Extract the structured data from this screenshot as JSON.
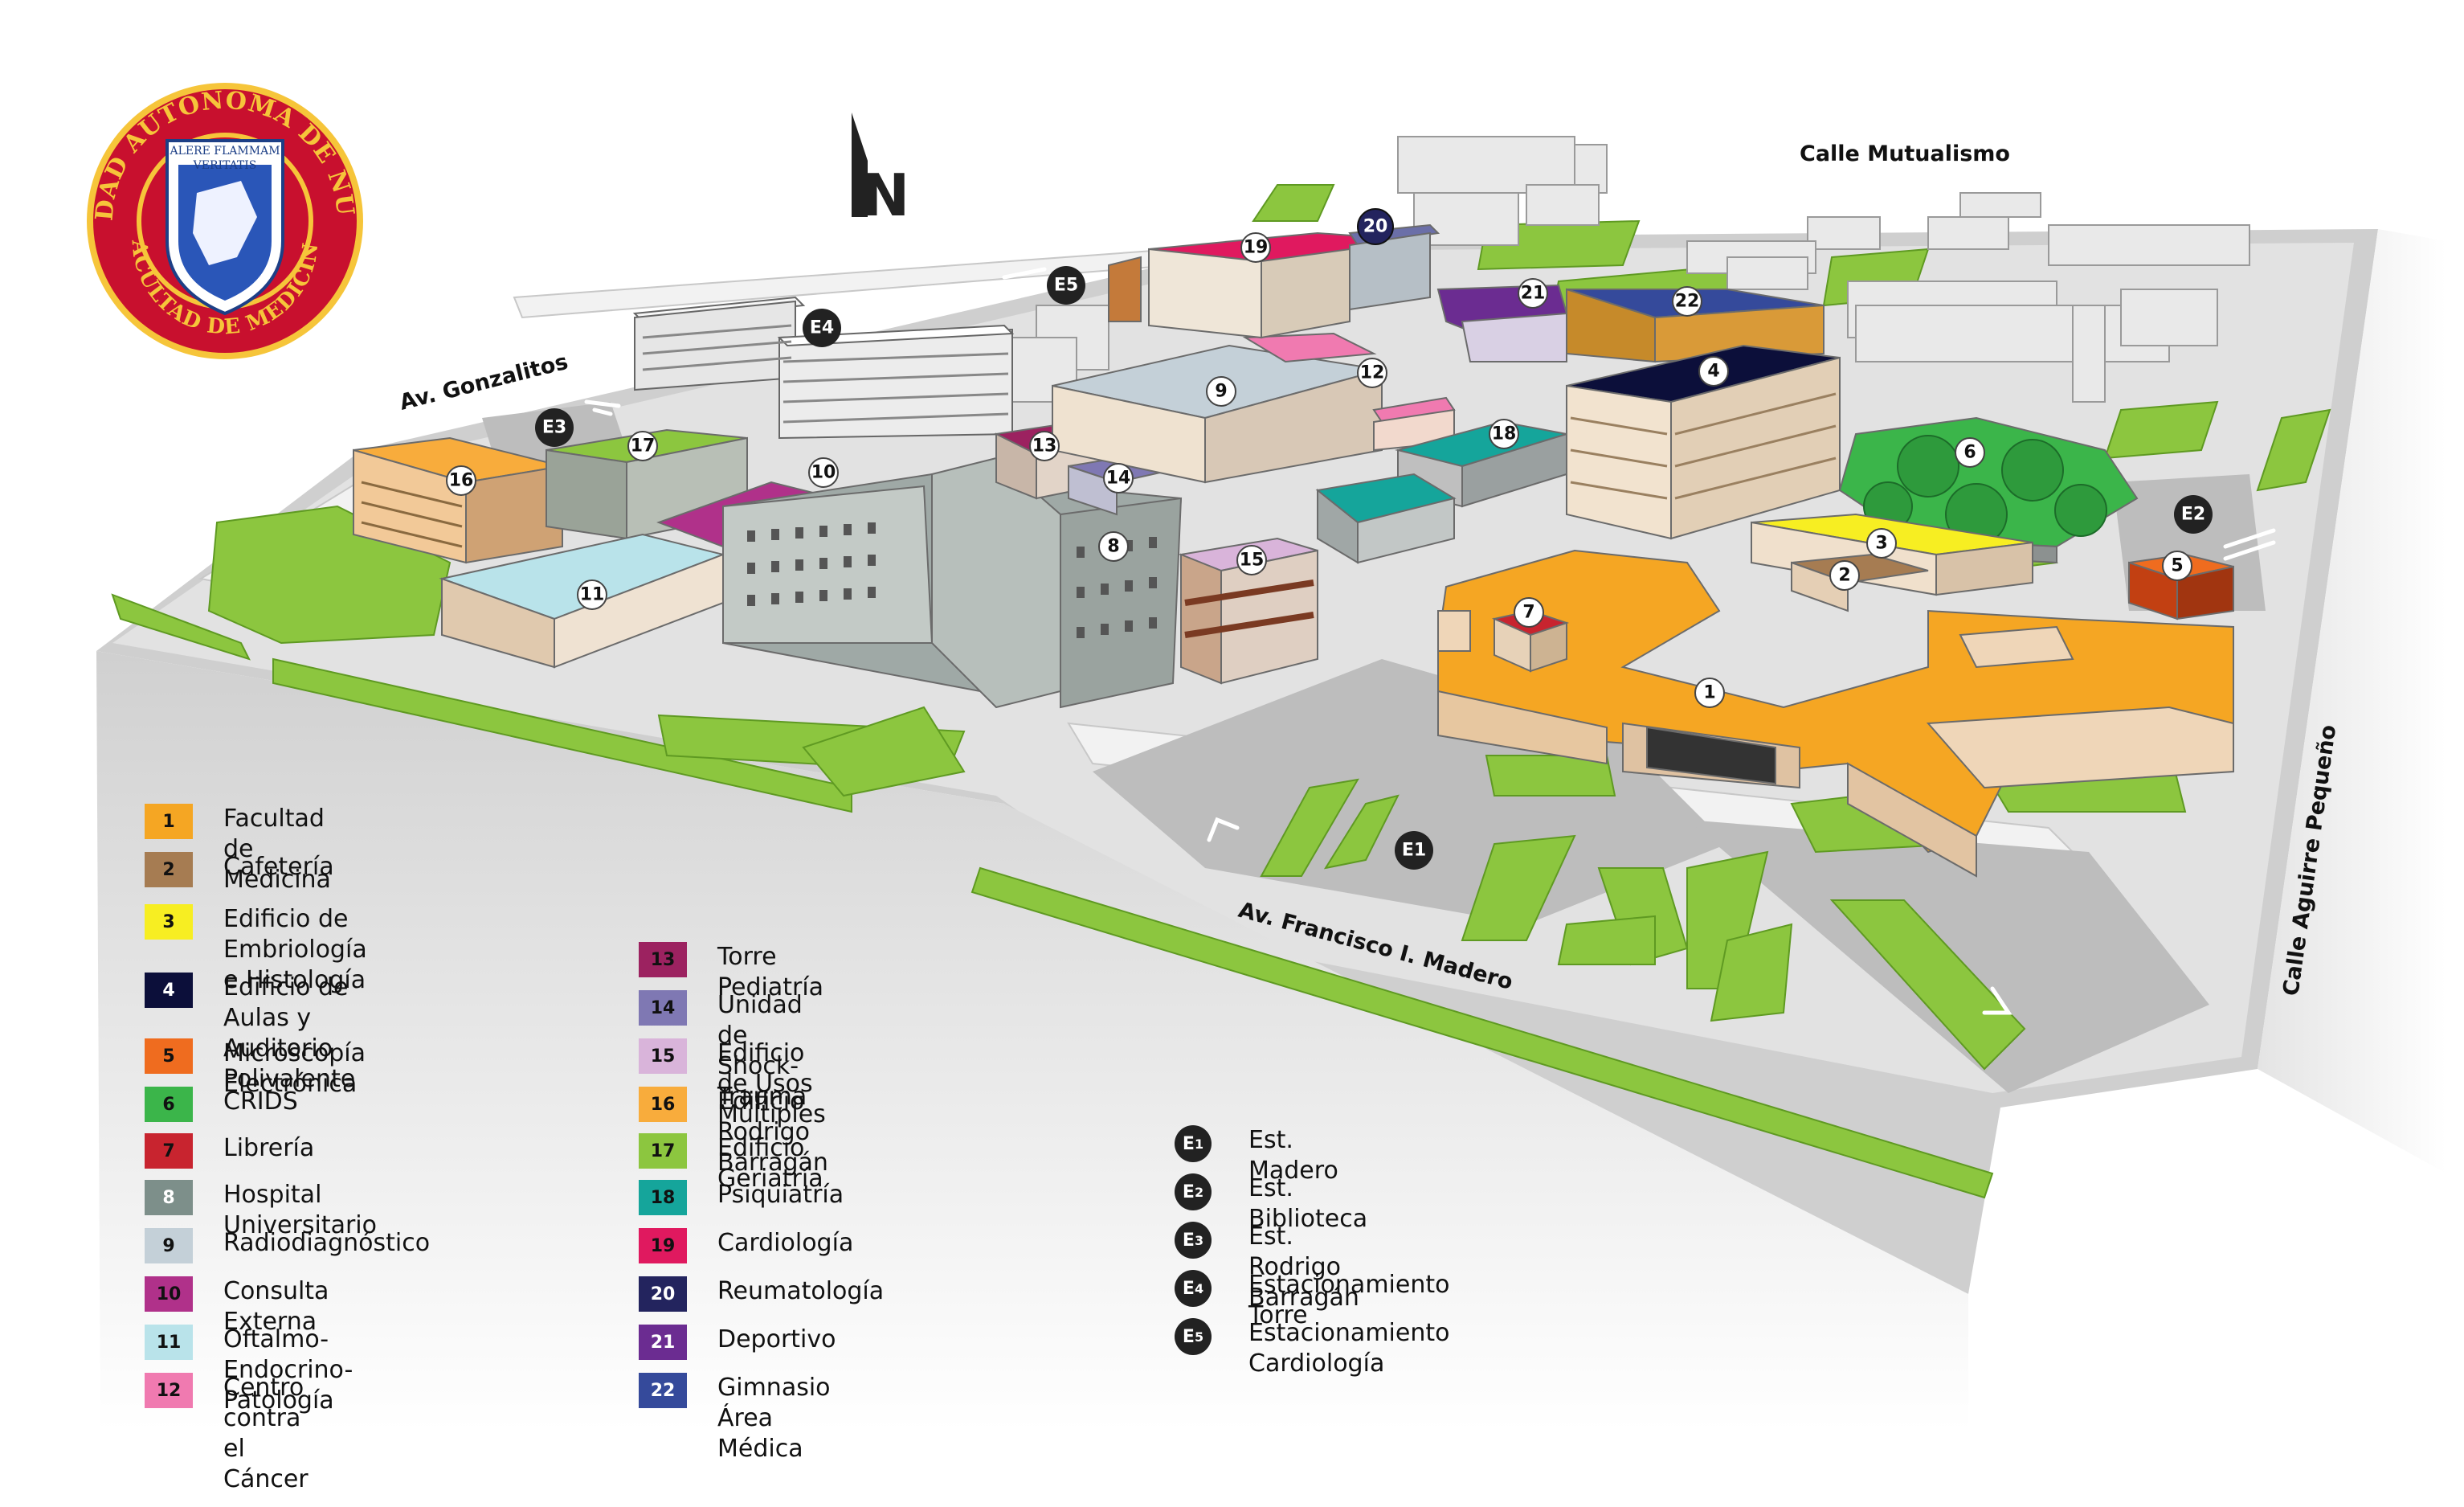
{
  "streets": {
    "north": "Calle Mutualismo",
    "west": "Av. Gonzalitos",
    "south": "Av. Francisco I. Madero",
    "east": "Calle Aguirre Pequeño"
  },
  "compass": {
    "letter": "N"
  },
  "seal": {
    "ring_text": "UNIVERSIDAD AUTÓNOMA DE NUEVO LEÓN",
    "bottom_text": "FACULTAD DE MEDICINA",
    "motto_line1": "ALERE FLAMMAM",
    "motto_line2": "VERITATIS"
  },
  "legend_buildings": [
    {
      "num": "1",
      "name": "Facultad de Medicina",
      "color": "#f5a623",
      "text": "#111"
    },
    {
      "num": "2",
      "name": "Cafetería",
      "color": "#a67c52",
      "text": "#111"
    },
    {
      "num": "3",
      "name": "Edificio de Embriología\ne Histología",
      "color": "#f7ee22",
      "text": "#111"
    },
    {
      "num": "4",
      "name": "Edificio de Aulas y\nAuditorio Polivalente",
      "color": "#0c0f3a",
      "text": "#fff"
    },
    {
      "num": "5",
      "name": "Microscopía Electrónica",
      "color": "#ef6c1f",
      "text": "#111"
    },
    {
      "num": "6",
      "name": "CRIDS",
      "color": "#3bb54a",
      "text": "#111"
    },
    {
      "num": "7",
      "name": "Librería",
      "color": "#c8242f",
      "text": "#111"
    },
    {
      "num": "8",
      "name": "Hospital Universitario",
      "color": "#7d8f8a",
      "text": "#fff"
    },
    {
      "num": "9",
      "name": "Radiodiagnóstico",
      "color": "#c4d0d8",
      "text": "#111"
    },
    {
      "num": "10",
      "name": "Consulta Externa",
      "color": "#b0318a",
      "text": "#111"
    },
    {
      "num": "11",
      "name": "Oftalmo-Endocrino-Patología",
      "color": "#b9e3ea",
      "text": "#111"
    },
    {
      "num": "12",
      "name": "Centro contra el Cáncer",
      "color": "#f07ab0",
      "text": "#111"
    },
    {
      "num": "13",
      "name": "Torre Pediatría",
      "color": "#9c2260",
      "text": "#111"
    },
    {
      "num": "14",
      "name": "Unidad de Shock-Trauma",
      "color": "#7f78b3",
      "text": "#111"
    },
    {
      "num": "15",
      "name": "Edificio de Usos Múltiples",
      "color": "#d9b4da",
      "text": "#111"
    },
    {
      "num": "16",
      "name": "Edificio Rodrigo Barragán",
      "color": "#f8ac3c",
      "text": "#111"
    },
    {
      "num": "17",
      "name": "Edificio Geriatría",
      "color": "#8cc63f",
      "text": "#111"
    },
    {
      "num": "18",
      "name": "Psiquiatría",
      "color": "#15a59b",
      "text": "#111"
    },
    {
      "num": "19",
      "name": "Cardiología",
      "color": "#e0195f",
      "text": "#111"
    },
    {
      "num": "20",
      "name": "Reumatología",
      "color": "#23245e",
      "text": "#fff"
    },
    {
      "num": "21",
      "name": "Deportivo",
      "color": "#6b2c91",
      "text": "#fff"
    },
    {
      "num": "22",
      "name": "Gimnasio Área Médica",
      "color": "#354a9b",
      "text": "#fff"
    }
  ],
  "legend_parking": [
    {
      "code": "E",
      "sub": "1",
      "name": "Est. Madero"
    },
    {
      "code": "E",
      "sub": "2",
      "name": "Est. Biblioteca"
    },
    {
      "code": "E",
      "sub": "3",
      "name": "Est. Rodrigo Barragán"
    },
    {
      "code": "E",
      "sub": "4",
      "name": "Estacionamiento Torre"
    },
    {
      "code": "E",
      "sub": "5",
      "name": "Estacionamiento Cardiología"
    }
  ],
  "colors": {
    "lawn": "#8cc63f",
    "road": "#d9d9d9",
    "parking": "#bdbdbd",
    "seal_red": "#c8102e",
    "seal_gold": "#f6c53a"
  }
}
